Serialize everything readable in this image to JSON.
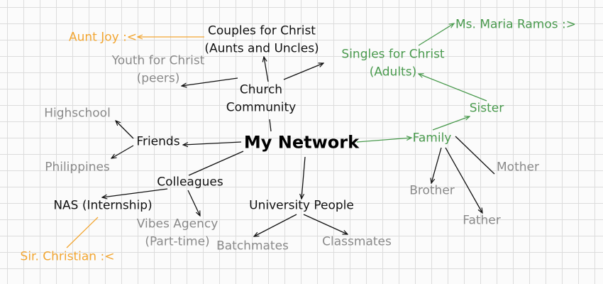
{
  "diagram": {
    "center": "My Network",
    "nodes": {
      "couples": "Couples for Christ\n(Aunts and Uncles)",
      "aunt_joy": "Aunt Joy :<",
      "youth": "Youth for Christ\n(peers)",
      "church": "Church\nCommunity",
      "singles": "Singles for Christ\n(Adults)",
      "maria": "Ms. Maria Ramos :>",
      "sister": "Sister",
      "highschool": "Highschool",
      "friends": "Friends",
      "philippines": "Philippines",
      "family": "Family",
      "mother": "Mother",
      "brother": "Brother",
      "father": "Father",
      "colleagues": "Colleagues",
      "nas": "NAS (Internship)",
      "vibes": "Vibes Agency\n(Part-time)",
      "sir_christian": "Sir. Christian :<",
      "university": "University People",
      "batchmates": "Batchmates",
      "classmates": "Classmates"
    },
    "colors": {
      "black": "#111111",
      "gray": "#8a8a8a",
      "green": "#4a9a4e",
      "orange": "#f2a632"
    }
  }
}
